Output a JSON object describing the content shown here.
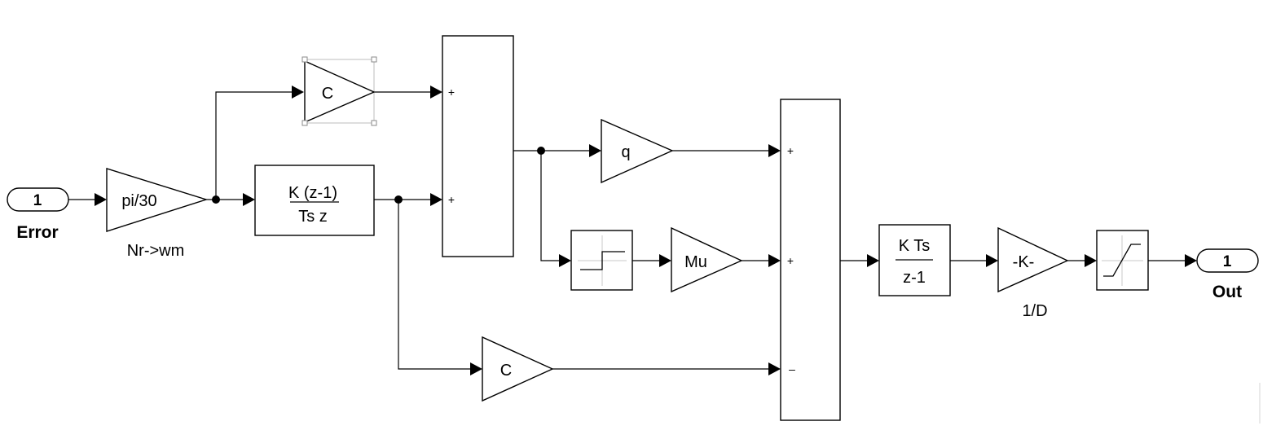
{
  "inport": {
    "number": "1",
    "name": "Error"
  },
  "outport": {
    "number": "1",
    "name": "Out"
  },
  "gain_nr_wm": {
    "value": "pi/30",
    "name": "Nr->wm"
  },
  "gain_c_top": {
    "value": "C"
  },
  "gain_c_bottom": {
    "value": "C"
  },
  "gain_q": {
    "value": "q"
  },
  "gain_mu": {
    "value": "Mu"
  },
  "gain_k": {
    "value": "-K-",
    "name": "1/D"
  },
  "discrete_derivative": {
    "numerator": "K (z-1)",
    "denominator": "Ts z"
  },
  "discrete_integrator": {
    "numerator": "K Ts",
    "denominator": "z-1"
  },
  "sum_1": {
    "signs": [
      "+",
      "+"
    ]
  },
  "sum_2": {
    "signs": [
      "+",
      "+",
      "–"
    ]
  },
  "relay": {
    "icon": "relay-step-icon"
  },
  "saturation": {
    "icon": "saturation-icon"
  }
}
